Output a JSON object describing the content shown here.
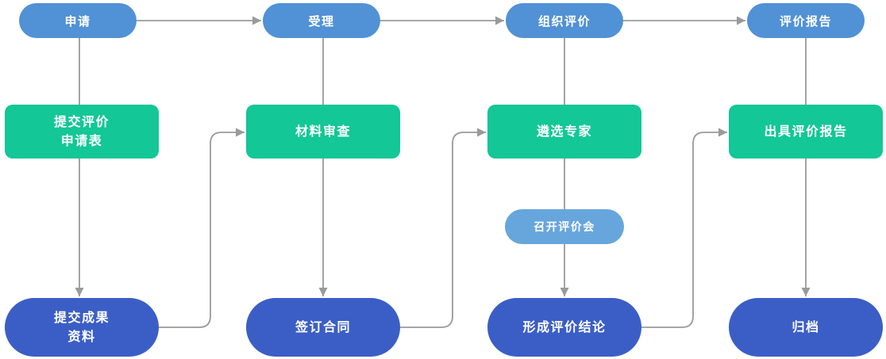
{
  "colors": {
    "top_pill": "#5191d5",
    "meeting_pill": "#67a6dc",
    "green": "#13c796",
    "dark_pill": "#3b5ec6",
    "line": "#9a9a9a"
  },
  "nodes": {
    "stage1": "申请",
    "stage2": "受理",
    "stage3": "组织评价",
    "stage4": "评价报告",
    "action1": "提交评价\n申请表",
    "action2": "材料审查",
    "action3": "遴选专家",
    "action4": "出具评价报告",
    "meeting": "召开评价会",
    "result1": "提交成果\n资料",
    "result2": "签订合同",
    "result3": "形成评价结论",
    "result4": "归档"
  }
}
